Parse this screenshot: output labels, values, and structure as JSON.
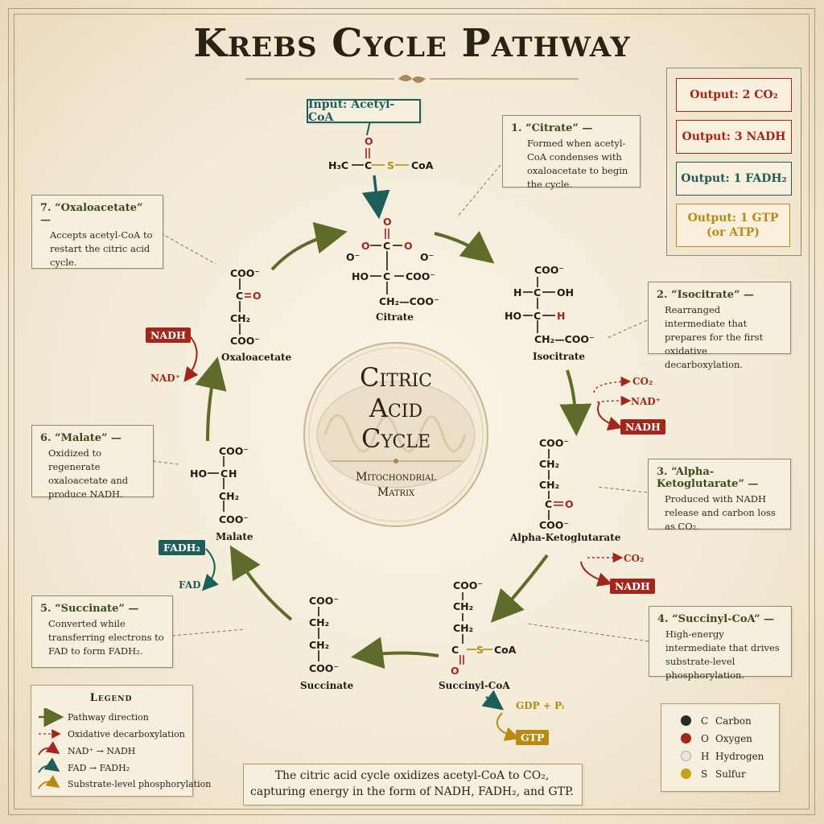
{
  "title": "Krebs Cycle Pathway",
  "input": {
    "label": "Input: Acetyl-CoA",
    "formula": [
      "H₃C",
      "C",
      "S",
      "CoA",
      "O"
    ]
  },
  "outputs": [
    {
      "text": "Output: 2 CO₂",
      "color": "#a3261d"
    },
    {
      "text": "Output: 3 NADH",
      "color": "#a3261d"
    },
    {
      "text": "Output: 1 FADH₂",
      "color": "#1e5e5a"
    },
    {
      "text": "Output: 1 GTP (or ATP)",
      "color": "#b88a13"
    }
  ],
  "center": {
    "line1": "Citric",
    "line2": "Acid",
    "line3": "Cycle",
    "sub1": "Mitochondrial",
    "sub2": "Matrix"
  },
  "captions": {
    "c1": {
      "title": "1. “Citrate” —",
      "body": "Formed when acetyl-CoA condenses with oxaloacetate to begin the cycle."
    },
    "c2": {
      "title": "2. “Isocitrate” —",
      "body": "Rearranged intermediate that prepares for the first oxidative decarboxylation."
    },
    "c3": {
      "title": "3. “Alpha-Ketoglutarate” —",
      "body": "Produced with NADH release and carbon loss as CO₂."
    },
    "c4": {
      "title": "4. “Succinyl-CoA” —",
      "body": "High-energy intermediate that drives substrate-level phosphorylation."
    },
    "c5": {
      "title": "5. “Succinate” —",
      "body": "Converted while transferring electrons to FAD to form FADH₂."
    },
    "c6": {
      "title": "6. “Malate” —",
      "body": "Oxidized to regenerate oxaloacetate and produce NADH."
    },
    "c7": {
      "title": "7. “Oxaloacetate” —",
      "body": "Accepts acetyl-CoA to restart the citric acid cycle."
    }
  },
  "molecules": {
    "citrate": "Citrate",
    "isocitrate": "Isocitrate",
    "akg": "Alpha-Ketoglutarate",
    "succoa": "Succinyl-CoA",
    "succinate": "Succinate",
    "malate": "Malate",
    "oaa": "Oxaloacetate"
  },
  "chem": {
    "coo": "COO⁻",
    "ch2": "CH₂",
    "ch2coo": "CH₂—COO⁻",
    "ho": "HO",
    "h": "H",
    "oh": "OH",
    "o": "O",
    "c": "C",
    "coa": "CoA",
    "s": "S",
    "om": "O⁻",
    "co2": "CO₂",
    "nadp": "NAD⁺",
    "nadh": "NADH",
    "fad": "FAD",
    "fadh2": "FADH₂",
    "gdp": "GDP + Pᵢ",
    "gtp": "GTP"
  },
  "legend": {
    "title": "Legend",
    "items": [
      "Pathway direction",
      "Oxidative decarboxylation",
      "NAD⁺ → NADH",
      "FAD → FADH₂",
      "Substrate-level phosphorylation"
    ]
  },
  "atoms": [
    {
      "sym": "C",
      "name": "Carbon",
      "color": "#2a2a2a"
    },
    {
      "sym": "O",
      "name": "Oxygen",
      "color": "#a3261d"
    },
    {
      "sym": "H",
      "name": "Hydrogen",
      "color": "#e8e4dc"
    },
    {
      "sym": "S",
      "name": "Sulfur",
      "color": "#c9a213"
    }
  ],
  "summary": {
    "line1": "The citric acid cycle oxidizes acetyl-CoA to CO₂,",
    "line2": "capturing energy in the form of NADH, FADH₂, and GTP."
  },
  "colors": {
    "arrow": "#5e6b2a",
    "red": "#a3261d",
    "teal": "#1e5e5a",
    "gold": "#b88a13"
  }
}
